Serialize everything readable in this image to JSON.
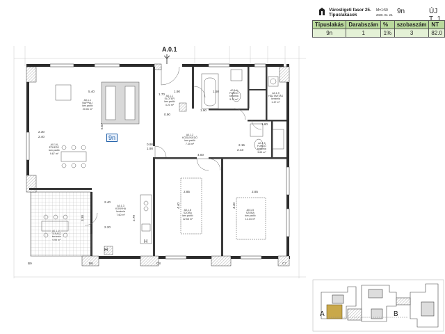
{
  "title_block": {
    "project": "Városligeti fasor 25.",
    "scale": "M=1:50",
    "doc_type": "Típuslakások",
    "date": "2020. 04. 24.",
    "apartment_code": "9n",
    "status": "ÚJ T_1"
  },
  "summary_table": {
    "headers": [
      "Típuslakás",
      "Darabszám",
      "%",
      "szobaszám",
      "NT"
    ],
    "values": [
      "9n",
      "1",
      "1%",
      "3",
      "82.0"
    ]
  },
  "plan": {
    "section_marker": "A.0.1",
    "unit_badge": "9n",
    "rooms": [
      {
        "id": "A0.1.1",
        "name": "NAPPALI",
        "floor": "lam.padló",
        "area": "20.06 m²"
      },
      {
        "id": "A0.1.1",
        "name": "ELŐTÉR",
        "floor": "lam.padló",
        "area": "4.20 m²"
      },
      {
        "id": "A0.1.4",
        "name": "FÜRDŐ",
        "floor": "kerámia",
        "area": "5.13 m²"
      },
      {
        "id": "A0.1.9",
        "name": "HÁZTARTÁS",
        "floor": "kerámia",
        "area": "1.47 m²"
      },
      {
        "id": "A0.1.5",
        "name": "FÜRDŐ",
        "floor": "kerámia",
        "area": "3.65 m²"
      },
      {
        "id": "A0.1.2",
        "name": "KÖZLEKEDŐ",
        "floor": "lam.padló",
        "area": "7.35 m²"
      },
      {
        "id": "A0.1.6",
        "name": "ÉTKEZŐ",
        "floor": "lam.padló",
        "area": "9.67 m²"
      },
      {
        "id": "A0.1.3",
        "name": "KONYHA",
        "floor": "kerámia",
        "area": "7.60 m²"
      },
      {
        "id": "A0.1.8",
        "name": "SZOBA",
        "floor": "lam.padló",
        "area": "12.58 m²"
      },
      {
        "id": "A0.1.5",
        "name": "SZOBA",
        "floor": "lam.padló",
        "area": "12.34 m²"
      },
      {
        "id": "A0.1.10",
        "name": "TERASZ",
        "floor": "kerámia",
        "area": "9.99 m²"
      }
    ],
    "dimensions": {
      "nappali_w": "5.40",
      "nappali_h": "5.67",
      "eloter_w": "1.90",
      "furdo_w": "1.50",
      "furdo_w2": "1.60",
      "etkezo_h1": "2.30",
      "etkezo_h2": "2.40",
      "kozl_w": "4.00",
      "small_1": "0.90",
      "small_2": "1.90",
      "small_3": "2.15",
      "small_4": "2.13",
      "szoba1_w": "2.85",
      "szoba2_w": "2.85",
      "szoba1_h": "4.40",
      "szoba2_h": "4.40",
      "konyha_h1": "2.40",
      "konyha_h2": "2.20",
      "konyha_w": "2.79",
      "terasz_h": "3.38",
      "e_1": "1.70",
      "e_2": "0.90",
      "e_3": "1.90"
    },
    "grid_labels": [
      "B9",
      "B8",
      "C8",
      "C7"
    ],
    "misc_labels": [
      "H",
      "H"
    ]
  },
  "keyplan": {
    "labels": [
      "A",
      "B"
    ]
  },
  "colors": {
    "table_header": "#b9d99c",
    "table_value": "#e4f1d6",
    "wall": "#2b2b2b",
    "terrace_hatch": "#9a9a9a",
    "keyplan_highlight": "#c9a84a",
    "unit_badge": "#1f5fa8"
  }
}
